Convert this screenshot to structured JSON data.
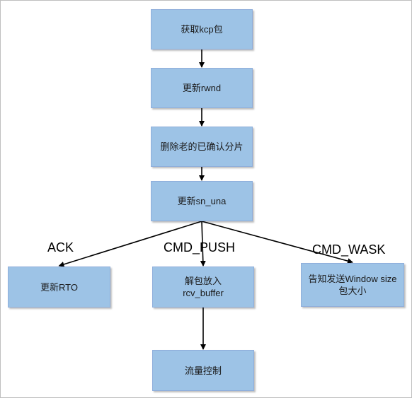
{
  "colors": {
    "node_fill": "#9dc3e6",
    "arrow": "#000000"
  },
  "nodes": {
    "get_kcp": "获取kcp包",
    "update_rwnd": "更新rwnd",
    "delete_acked": "删除老的已确认分片",
    "update_sn_una": "更新sn_una",
    "update_rto": "更新RTO",
    "unpack": "解包放入rcv_buffer",
    "notify_window": "告知发送Window size包大小",
    "flow_control": "流量控制"
  },
  "edge_labels": {
    "ack": "ACK",
    "cmd_push": "CMD_PUSH",
    "cmd_wask": "CMD_WASK"
  },
  "edges": [
    {
      "from": "get_kcp",
      "to": "update_rwnd"
    },
    {
      "from": "update_rwnd",
      "to": "delete_acked"
    },
    {
      "from": "delete_acked",
      "to": "update_sn_una"
    },
    {
      "from": "update_sn_una",
      "to": "update_rto",
      "label": "ack"
    },
    {
      "from": "update_sn_una",
      "to": "unpack",
      "label": "cmd_push"
    },
    {
      "from": "update_sn_una",
      "to": "notify_window",
      "label": "cmd_wask"
    },
    {
      "from": "unpack",
      "to": "flow_control"
    }
  ]
}
